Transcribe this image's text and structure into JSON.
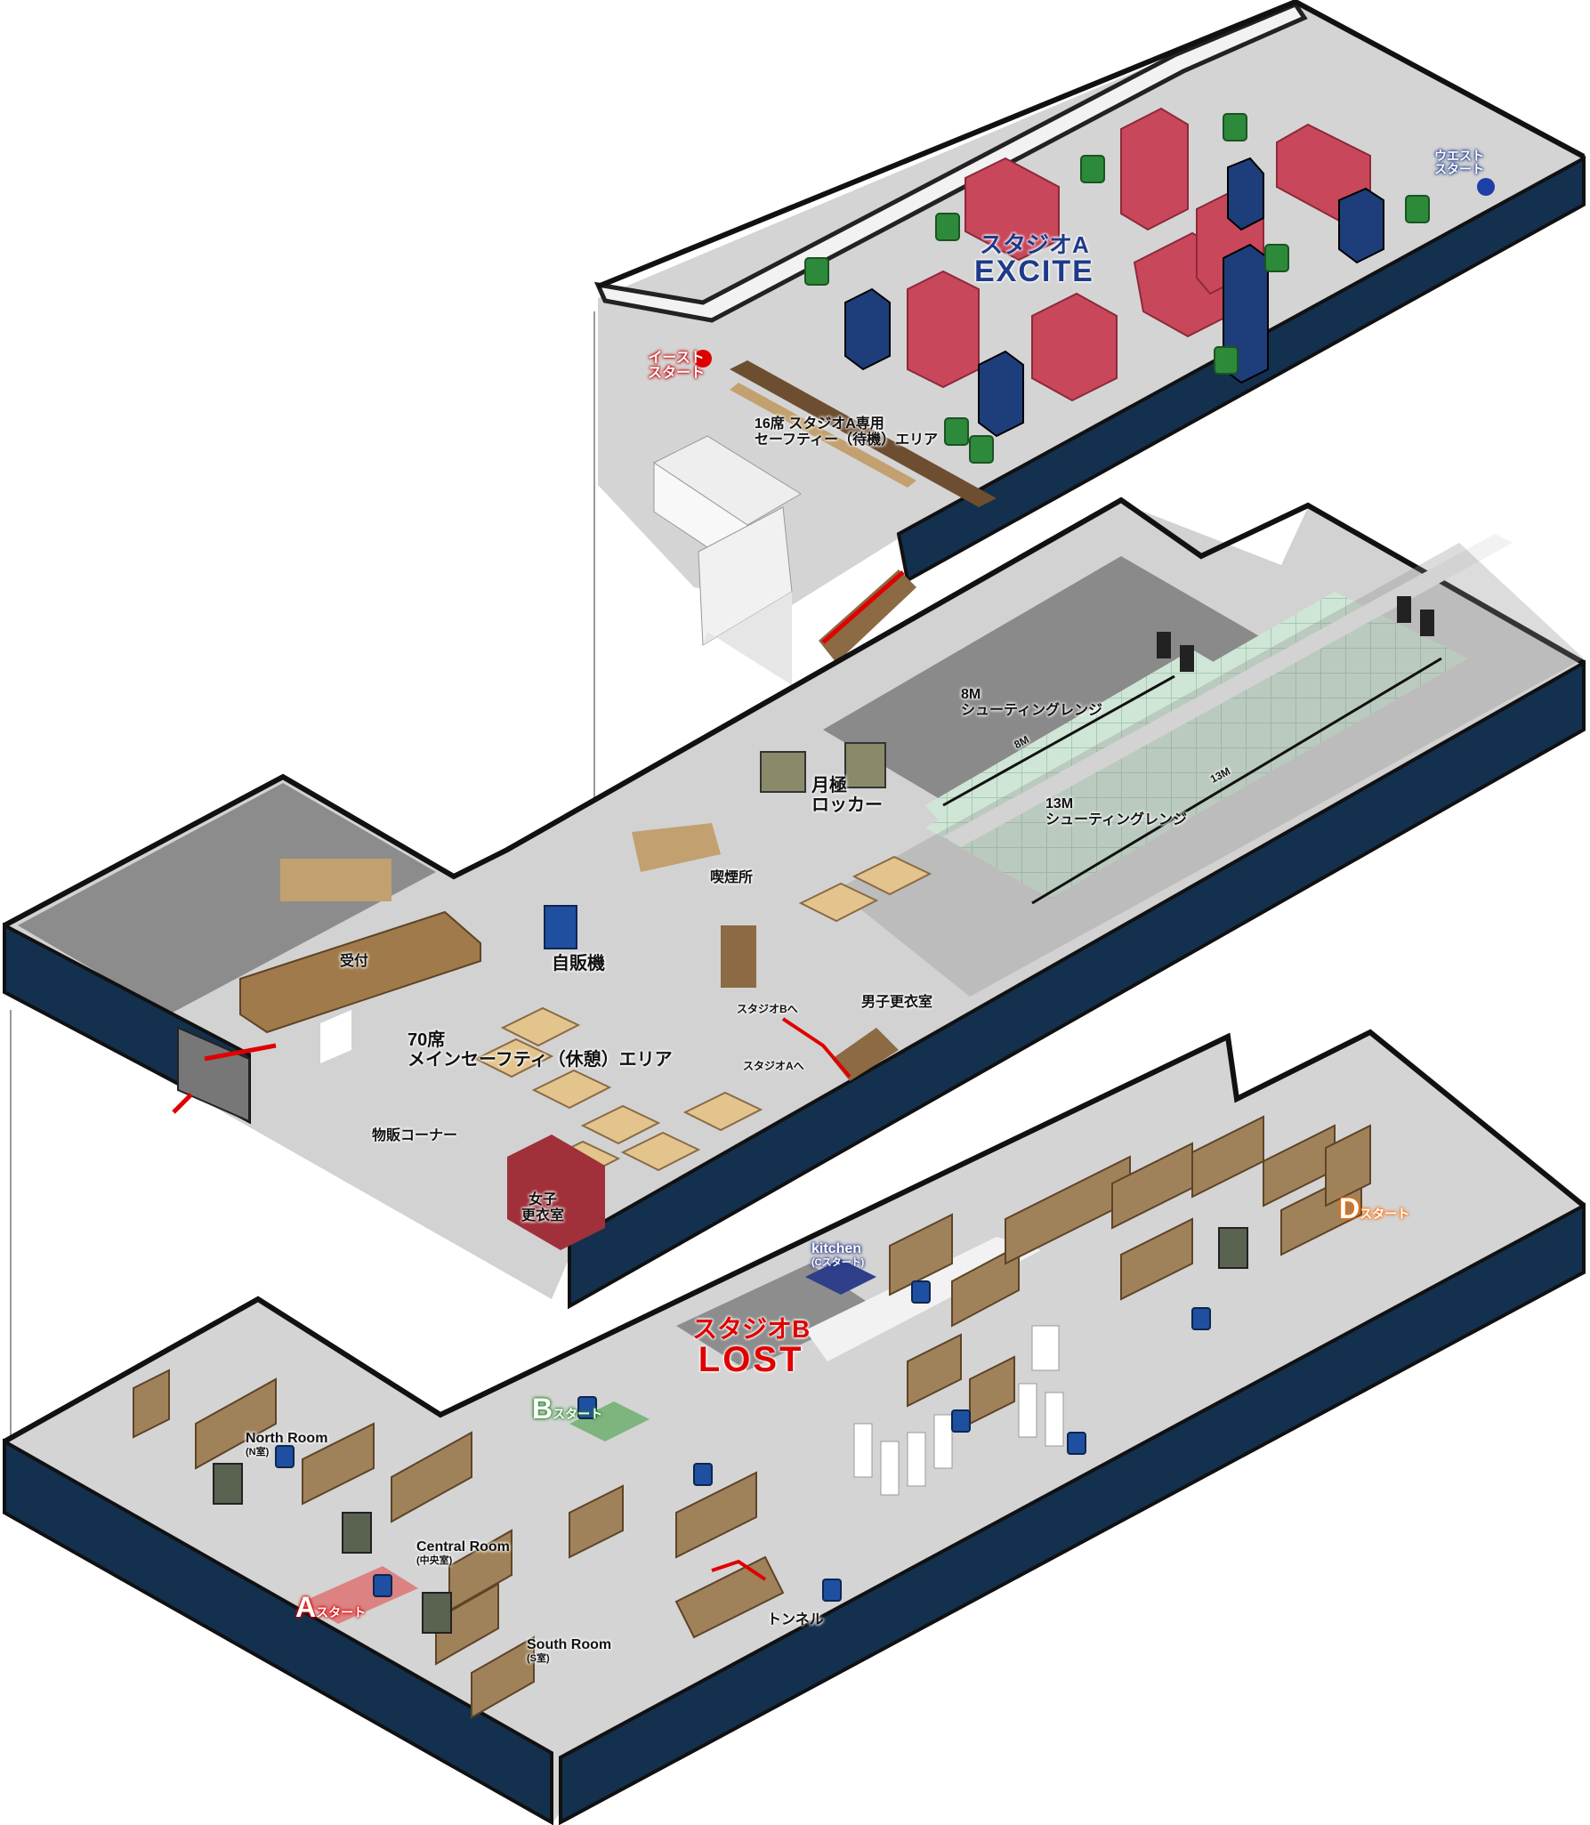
{
  "floors": {
    "top": {
      "studio_title_line1": "スタジオA",
      "studio_title_line2": "EXCITE",
      "east_start": "イースト\nスタート",
      "west_start": "ウエスト\nスタート",
      "safety_area_line1": "16席 スタジオA専用",
      "safety_area_line2": "セーフティー（待機）エリア"
    },
    "middle": {
      "range_8m_line1": "8M",
      "range_8m_line2": "シューティングレンジ",
      "range_8m_marker": "8M",
      "range_13m_line1": "13M",
      "range_13m_line2": "シューティングレンジ",
      "range_13m_marker": "13M",
      "locker_line1": "月極",
      "locker_line2": "ロッカー",
      "smoking": "喫煙所",
      "vending": "自販機",
      "reception": "受付",
      "main_area_line1": "70席",
      "main_area_line2": "メインセーフティ（休憩）エリア",
      "shop": "物販コーナー",
      "womens_line1": "女子",
      "womens_line2": "更衣室",
      "mens": "男子更衣室",
      "to_studio_b": "スタジオBへ",
      "to_studio_a": "スタジオAへ"
    },
    "bottom": {
      "studio_title_line1": "スタジオB",
      "studio_title_line2": "LOST",
      "kitchen": "kitchen",
      "kitchen_sub": "(Cスタート)",
      "b_start_big": "B",
      "b_start_small": "スタート",
      "d_start_big": "D",
      "d_start_small": "スタート",
      "a_start_big": "A",
      "a_start_small": "スタート",
      "north_room": "North Room",
      "north_room_sub": "(N室)",
      "central_room": "Central Room",
      "central_room_sub": "(中央室)",
      "south_room": "South Room",
      "south_room_sub": "(S室)",
      "tunnel": "トンネル"
    }
  },
  "colors": {
    "floor": "#d6d6d6",
    "wall_dark": "#0f2a4a",
    "wall_white": "#f4f4f4",
    "barricade_red": "#c9475a",
    "barricade_brown": "#a0825a",
    "drum_green": "#2d8a3a",
    "drum_blue": "#1f4fa0",
    "range_green": "#cfe6d6",
    "accent_red": "#e00000"
  },
  "icons": [
    "drum-icon",
    "target-icon",
    "stairs-icon",
    "exit-arrow-icon",
    "vending-machine-icon",
    "locker-icon"
  ]
}
